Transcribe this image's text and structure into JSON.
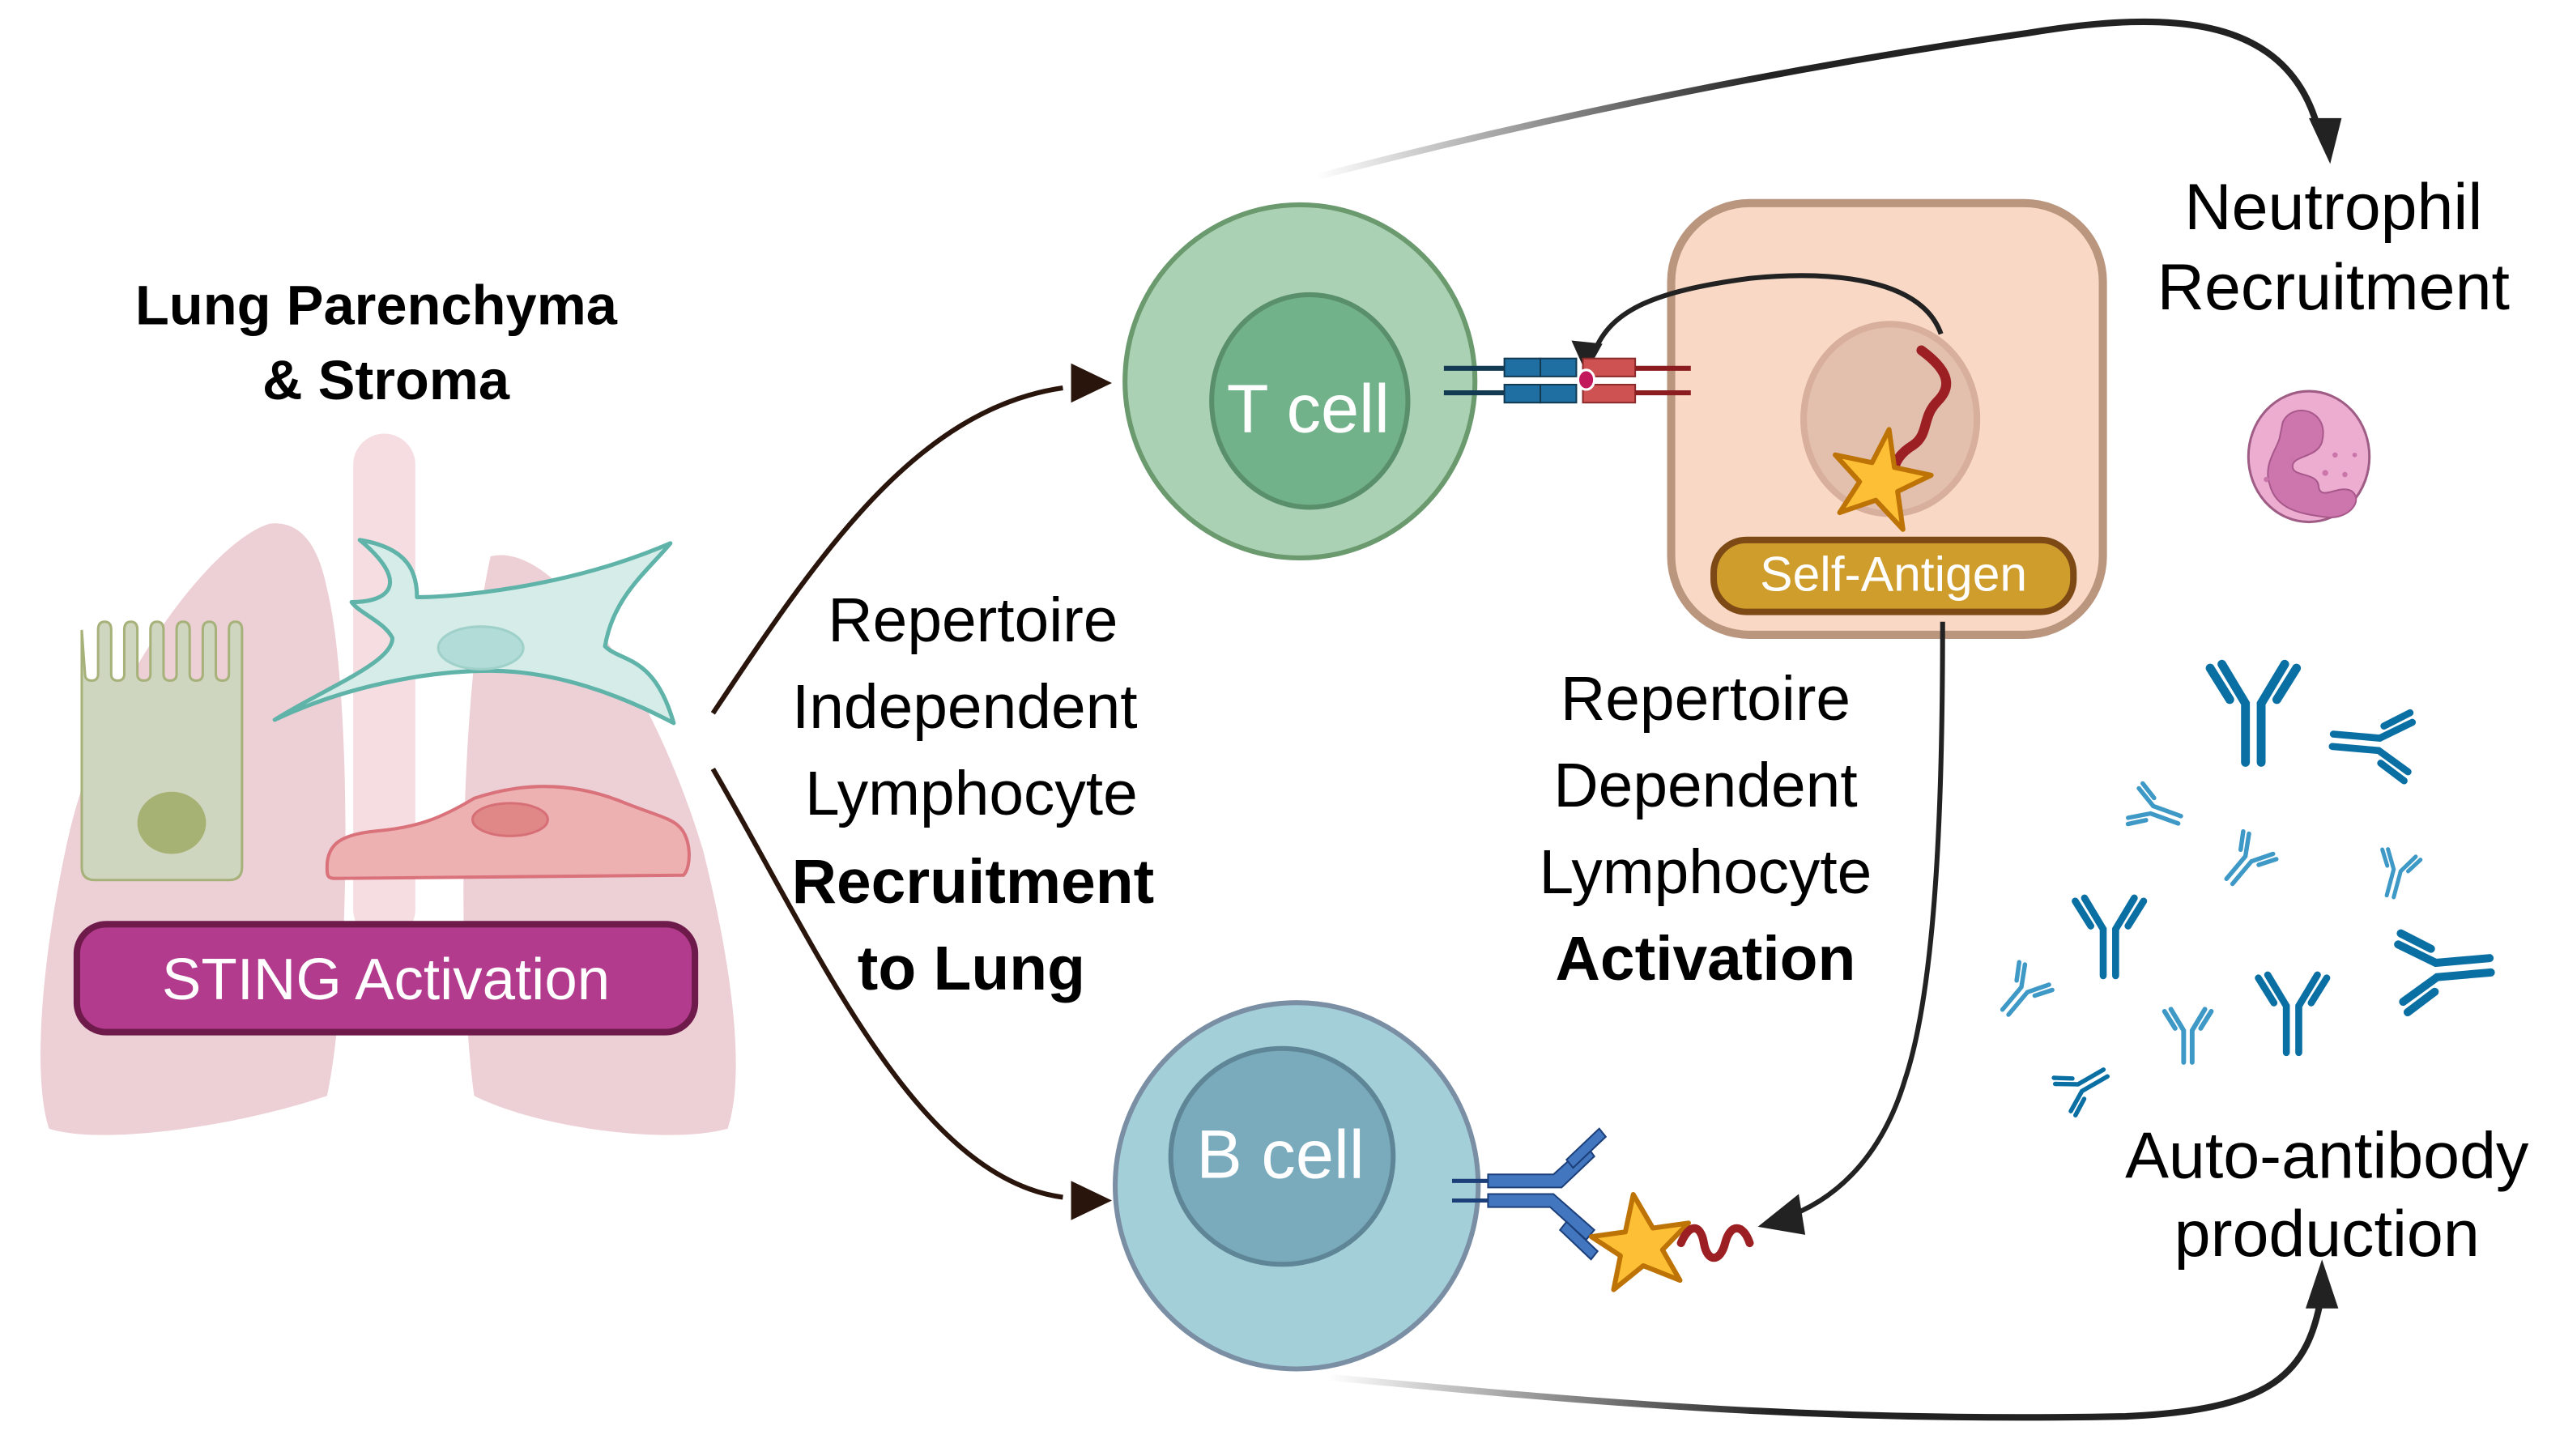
{
  "left_panel": {
    "title_line1": "Lung Parenchyma",
    "title_line2": "& Stroma",
    "sting_label": "STING Activation",
    "colors": {
      "lung": "#edcfd6",
      "trachea": "#f6dde1",
      "epithelial_cell": "#cfd6c0",
      "epithelial_nucleus": "#a6b274",
      "fibroblast": "#d5ece8",
      "fibroblast_outline": "#5fb3a9",
      "endothelial_cell": "#eeb1b2",
      "endothelial_outline": "#d9727a",
      "sting_fill": "#b23b8e",
      "sting_border": "#6e1b4b"
    }
  },
  "middle_text": {
    "line1": "Repertoire",
    "line2": "Independent",
    "line3": "Lymphocyte",
    "line4_bold": "Recruitment",
    "line5_bold": "to Lung"
  },
  "t_cell": {
    "label": "T cell",
    "colors": {
      "outer": "#abd1b4",
      "inner": "#72b28a",
      "border": "#6a9a6e"
    }
  },
  "b_cell": {
    "label": "B cell",
    "colors": {
      "outer": "#a3cfd9",
      "inner": "#79abbd",
      "border": "#7a8ea4"
    }
  },
  "apc": {
    "self_antigen_label": "Self-Antigen",
    "colors": {
      "fill": "#f9d9c6",
      "border": "#bb967f",
      "label_fill": "#cf9d2c",
      "label_border": "#7d4a16"
    }
  },
  "activation_text": {
    "line1": "Repertoire",
    "line2": "Dependent",
    "line3": "Lymphocyte",
    "line4_bold": "Activation"
  },
  "outcomes": {
    "neutrophil_line1": "Neutrophil",
    "neutrophil_line2": "Recruitment",
    "antibody_line1": "Auto-antibody",
    "antibody_line2": "production",
    "colors": {
      "neutrophil": "#ecadd1",
      "neutrophil_nucleus": "#cc76ad",
      "antibody_dark": "#0a6fa3",
      "antibody_light": "#3e99c6"
    }
  },
  "icons": [
    "lung-icon",
    "epithelial-cell-icon",
    "fibroblast-icon",
    "endothelial-cell-icon",
    "t-cell-icon",
    "b-cell-icon",
    "tcr-mhc-icon",
    "bcr-icon",
    "antigen-star-icon",
    "neutrophil-icon",
    "antibody-icon",
    "arrow-icon"
  ]
}
